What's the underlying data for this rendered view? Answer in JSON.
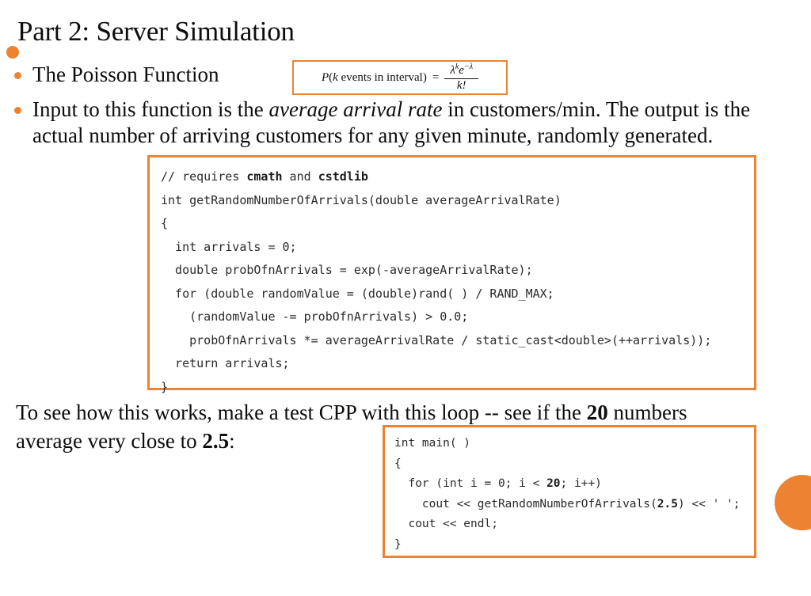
{
  "slide": {
    "title": "Part 2: Server Simulation",
    "bullets": [
      {
        "text_before": "The Poisson Function",
        "text_italic": "",
        "text_after": ""
      }
    ]
  },
  "bullet1": {
    "label": "The Poisson Function"
  },
  "bullet2": {
    "part1": "Input to this function is the ",
    "italic": "average arrival rate",
    "part2": " in customers/min. The output is the actual number of arriving customers for any given minute, randomly generated."
  },
  "formula": {
    "lhs_p": "P",
    "lhs_open": "(",
    "lhs_k": "k",
    "lhs_rest": " events in interval",
    "lhs_close": ")",
    "equals": "=",
    "numerator_lambda": "λ",
    "numerator_k_sup": "k",
    "numerator_e": "e",
    "numerator_e_sup": "−λ",
    "denominator": "k!",
    "plain_text": "P(k events in interval) = λ^k e^(−λ) / k!"
  },
  "code_block_1": {
    "lines": [
      "// requires cmath and cstdlib",
      "int getRandomNumberOfArrivals(double averageArrivalRate)",
      "{",
      "  int arrivals = 0;",
      "  double probOfnArrivals = exp(-averageArrivalRate);",
      "  for (double randomValue = (double)rand( ) / RAND_MAX;",
      "    (randomValue -= probOfnArrivals) > 0.0;",
      "    probOfnArrivals *= averageArrivalRate / static_cast<double>(++arrivals));",
      "  return arrivals;",
      "}"
    ],
    "line_0_prefix": "// requires ",
    "line_0_bold_1": "cmath",
    "line_0_mid": " and ",
    "line_0_bold_2": "cstdlib"
  },
  "code_block_2": {
    "lines": [
      "int main( )",
      "{",
      "  for (int i = 0; i < 20; i++)",
      "    cout << getRandomNumberOfArrivals(2.5) << ' ';",
      "  cout << endl;",
      "}"
    ],
    "line_2_a": "  for (int i = 0; i < ",
    "line_2_bold": "20",
    "line_2_b": "; i++)",
    "line_3_a": "    cout << getRandomNumberOfArrivals(",
    "line_3_bold": "2.5",
    "line_3_b": ") << ' ';"
  },
  "paragraph": {
    "part1": "To see how this works, make a test CPP with this loop -- see if the ",
    "bold1": "20",
    "part2": " numbers average very close to ",
    "bold2": "2.5",
    "part3": ":"
  },
  "colors": {
    "accent_orange": "#ED8331",
    "text_black": "#0d0d0d",
    "code_gray": "#2a2a2a",
    "background": "#ffffff"
  }
}
